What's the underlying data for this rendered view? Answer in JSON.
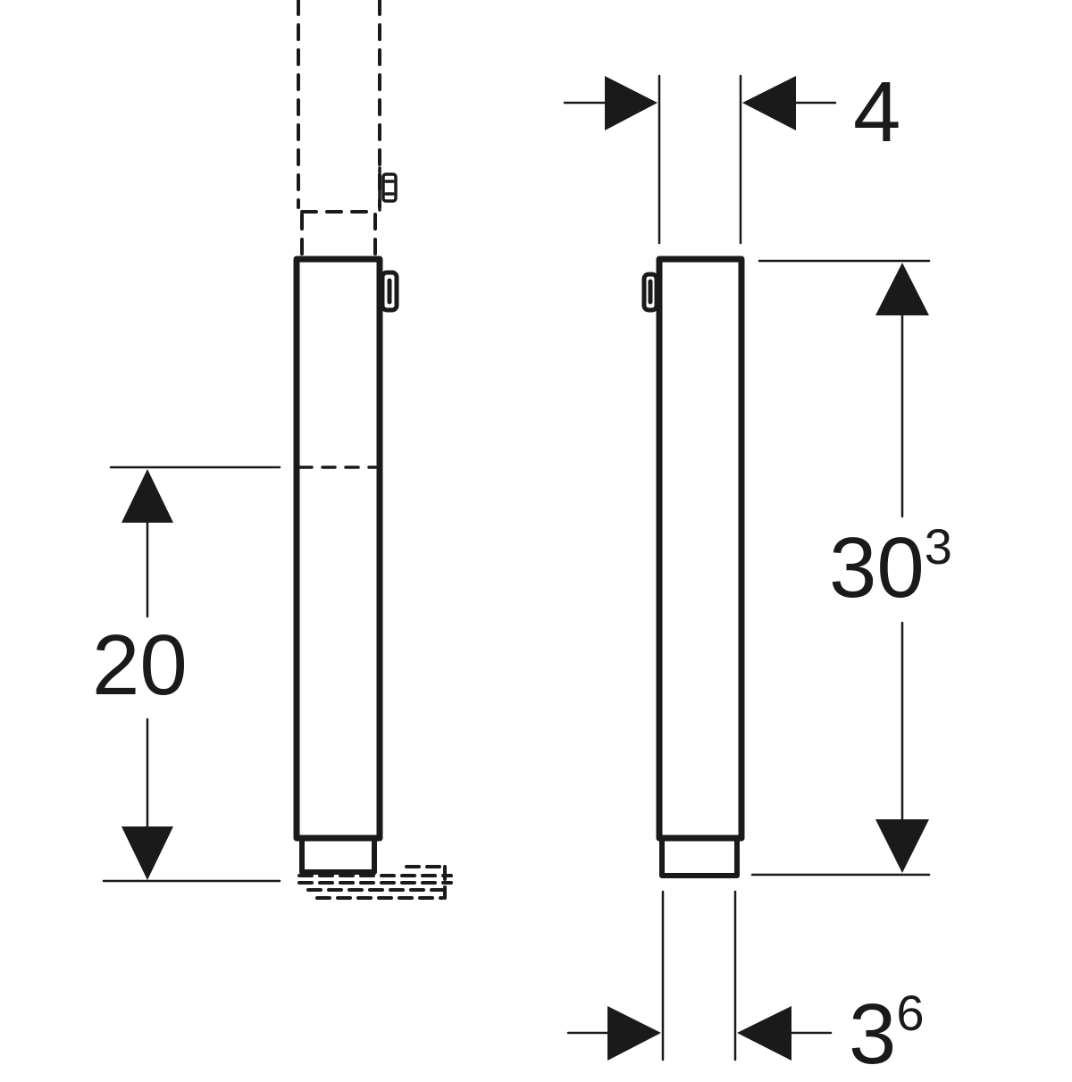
{
  "diagram": {
    "type": "technical-dimension-drawing",
    "units_note": "dimensions in cm",
    "colors": {
      "line": "#1a1a1a",
      "background": "#ffffff"
    },
    "views": [
      {
        "name": "side-view-left",
        "description": "Cistern in side view with dashed extension above and dashed base below"
      },
      {
        "name": "side-view-right",
        "description": "Cistern side view with overall dimensions"
      }
    ],
    "dimensions": {
      "top_depth": {
        "value": "4",
        "superscript": ""
      },
      "height": {
        "value": "30",
        "superscript": "3"
      },
      "mount_height": {
        "value": "20",
        "superscript": ""
      },
      "bottom_depth": {
        "value": "3",
        "superscript": "6"
      }
    }
  }
}
